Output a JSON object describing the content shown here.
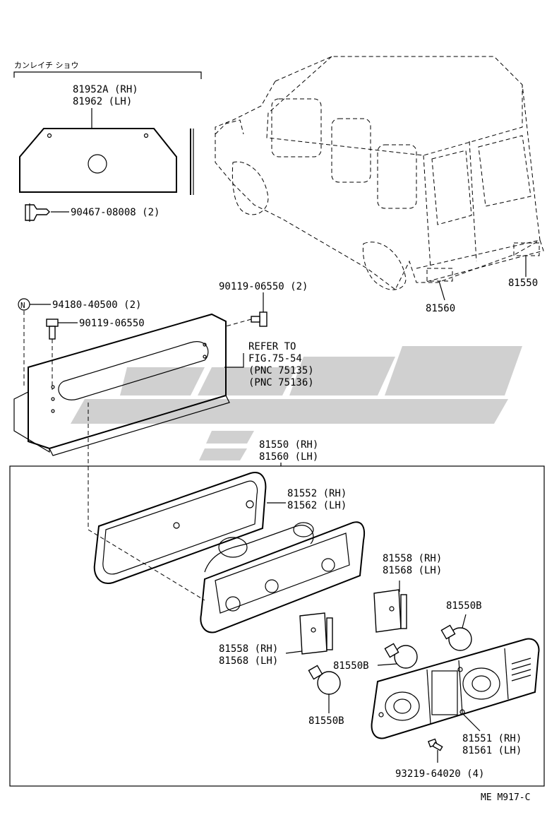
{
  "watermark": {
    "color": "#bdbdbd"
  },
  "parts": {
    "note_kanji": "カンレイチ ショウ",
    "cover_rh": "81952A (RH)",
    "cover_lh": "81962  (LH)",
    "clip": "90467-08008 (2)",
    "nut": "94180-40500 (2)",
    "bolt_a": "90119-06550",
    "bolt_b": "90119-06550 (2)",
    "refer_1": "REFER TO",
    "refer_2": "FIG.75-54",
    "refer_3": "(PNC 75135)",
    "refer_4": "(PNC 75136)",
    "assy_rh": "81550 (RH)",
    "assy_lh": "81560 (LH)",
    "van_right": "81550",
    "van_left": "81560",
    "gasket_rh": "81552 (RH)",
    "gasket_lh": "81562 (LH)",
    "socket_upper_rh": "81558 (RH)",
    "socket_upper_lh": "81568 (LH)",
    "socket_lower_rh": "81558 (RH)",
    "socket_lower_lh": "81568 (LH)",
    "bulb_right": "81550B",
    "bulb_mid": "81550B",
    "bulb_bottom": "81550B",
    "lens_rh": "81551 (RH)",
    "lens_lh": "81561 (LH)",
    "screw": "93219-64020 (4)",
    "nut_symbol": "N"
  },
  "footer": {
    "code": "ME M917-C"
  }
}
